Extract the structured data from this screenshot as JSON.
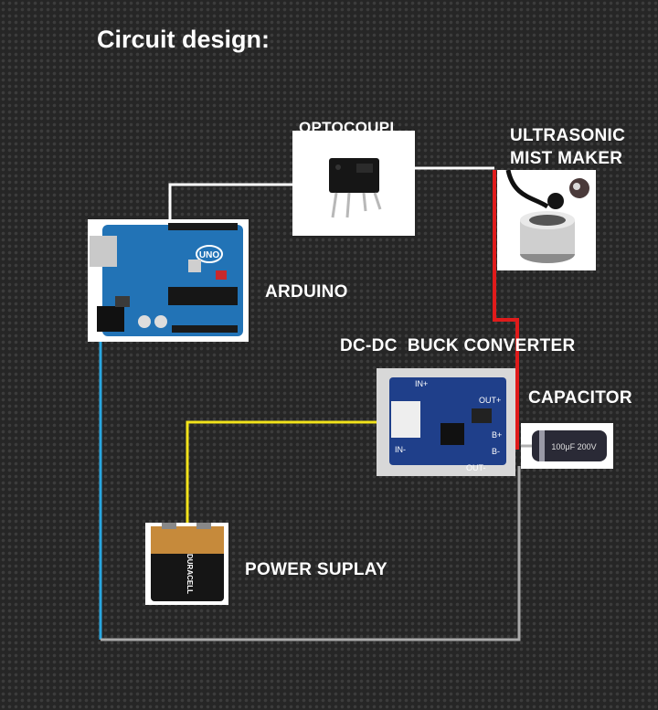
{
  "title": "Circuit design:",
  "labels": {
    "optocoupler": "OPTOCOUPL",
    "mist_maker_line1": "ULTRASONIC",
    "mist_maker_line2": "MIST MAKER",
    "arduino": "ARDUINO",
    "buck_converter": "DC-DC  BUCK CONVERTER",
    "capacitor": "CAPACITOR",
    "power_supply": "POWER SUPLAY"
  },
  "wire_colors": {
    "signal": "#ffffff",
    "positive": "#e01b1b",
    "battery": "#f2e31b",
    "ground_arduino": "#2aa7e0",
    "ground": "#a9a9a9"
  },
  "component_text": {
    "arduino_badge": "UNO",
    "battery_brand": "DURACELL",
    "buck_in_plus": "IN+",
    "buck_in_minus": "IN-",
    "buck_out_plus": "OUT+",
    "buck_out_minus": "OUT-",
    "buck_b_plus": "B+",
    "buck_b_minus": "B-",
    "capacitor_marking": "100μF 200V"
  }
}
